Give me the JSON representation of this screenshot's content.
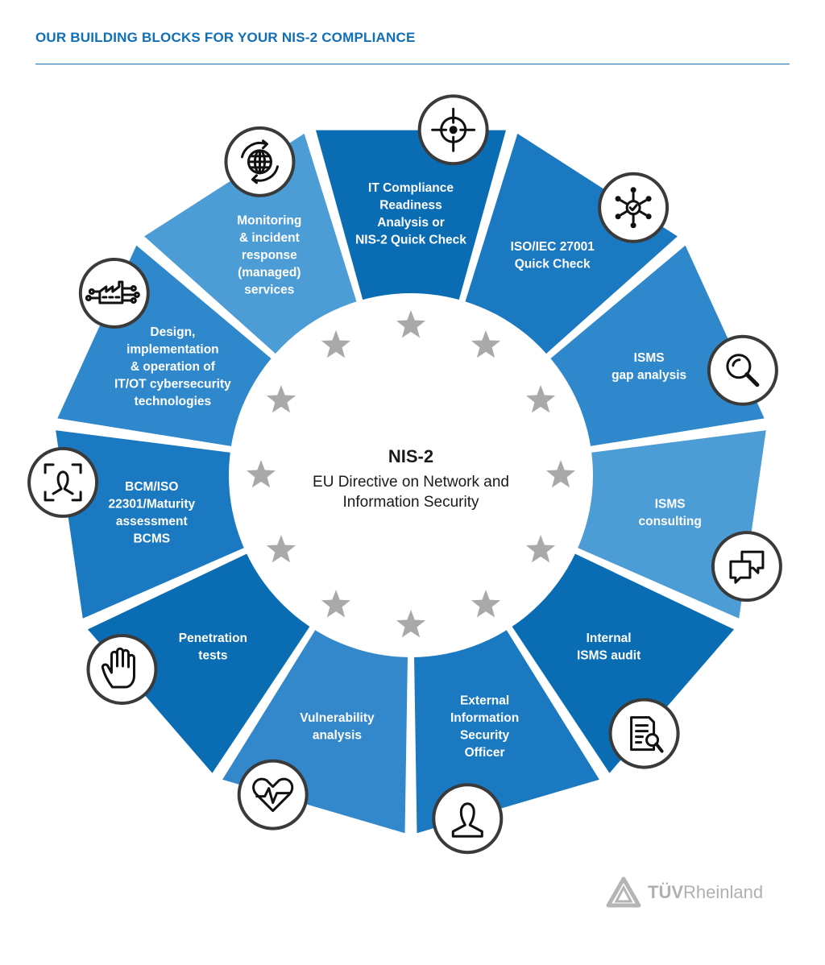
{
  "header": {
    "title": "OUR BUILDING BLOCKS FOR YOUR NIS-2 COMPLIANCE"
  },
  "center": {
    "title": "NIS-2",
    "subtitle_lines": [
      "EU Directive on Network and",
      "Information Security"
    ]
  },
  "segments": [
    {
      "lines": [
        "IT Compliance",
        "Readiness",
        "Analysis or",
        "NIS-2 Quick Check"
      ],
      "icon": "crosshair-icon",
      "color": "#0a6cb3"
    },
    {
      "lines": [
        "ISO/IEC 27001",
        "Quick Check"
      ],
      "icon": "network-check-icon",
      "color": "#1a79c1"
    },
    {
      "lines": [
        "ISMS",
        "gap analysis"
      ],
      "icon": "magnifier-icon",
      "color": "#2f88cb"
    },
    {
      "lines": [
        "ISMS",
        "consulting"
      ],
      "icon": "chat-bubbles-icon",
      "color": "#4c9cd5"
    },
    {
      "lines": [
        "Internal",
        "ISMS audit"
      ],
      "icon": "document-search-icon",
      "color": "#0a6cb3"
    },
    {
      "lines": [
        "External",
        "Information",
        "Security",
        "Officer"
      ],
      "icon": "person-icon",
      "color": "#1a79c1"
    },
    {
      "lines": [
        "Vulnerability",
        "analysis"
      ],
      "icon": "heart-pulse-icon",
      "color": "#3388cc"
    },
    {
      "lines": [
        "Penetration",
        "tests"
      ],
      "icon": "hand-stop-icon",
      "color": "#0a6cb3"
    },
    {
      "lines": [
        "BCM/ISO",
        "22301/Maturity",
        "assessment",
        "BCMS"
      ],
      "icon": "face-scan-icon",
      "color": "#1a79c1"
    },
    {
      "lines": [
        "Design,",
        "implementation",
        "& operation of",
        "IT/OT cybersecurity",
        "technologies"
      ],
      "icon": "factory-circuit-icon",
      "color": "#2f88cb"
    },
    {
      "lines": [
        "Monitoring",
        "& incident",
        "response",
        "(managed)",
        "services"
      ],
      "icon": "globe-refresh-icon",
      "color": "#4c9cd5"
    }
  ],
  "stars_count": 12,
  "star_color": "#a9a9a9",
  "logo": {
    "brand": "TÜV",
    "name": "Rheinland"
  }
}
